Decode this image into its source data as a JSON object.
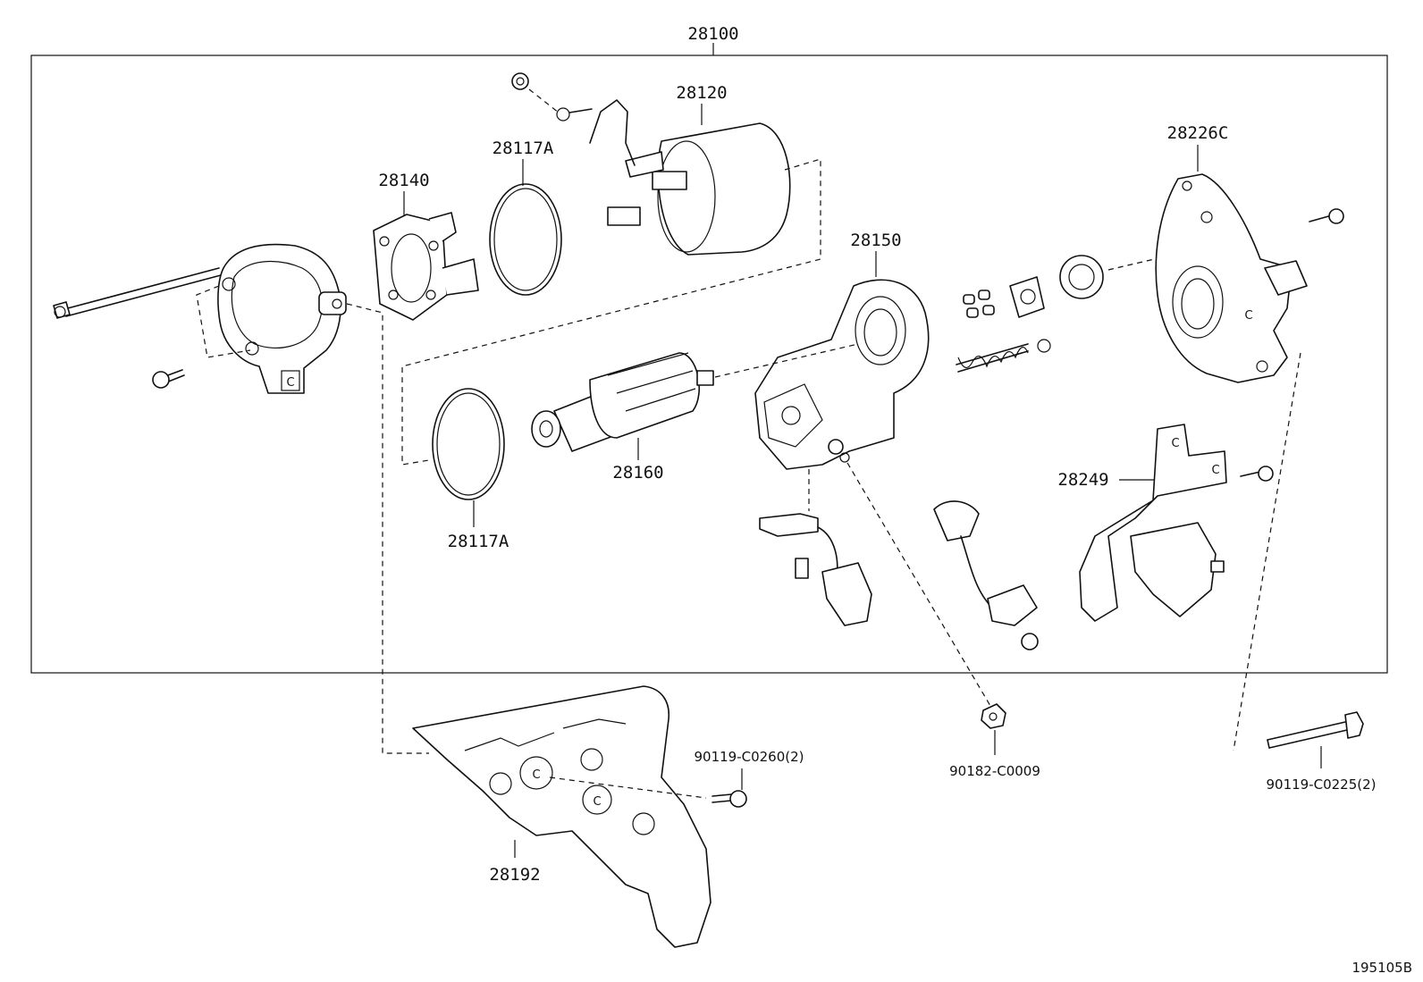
{
  "title_part": "28100",
  "illustration_code": "195105B",
  "callouts": {
    "starter_assy": "28100",
    "solenoid_yoke": "28120",
    "oring_upper": "28117A",
    "brush_holder": "28140",
    "commutator_frame": "28150",
    "drive_housing": "28226C",
    "armature": "28160",
    "oring_lower": "28117A",
    "bracket": "28249",
    "heat_shield": "28192",
    "bolt_shield": "90119-C0260(2)",
    "nut": "90182-C0009",
    "bolt_long": "90119-C0225(2)"
  },
  "c_mark": "C"
}
